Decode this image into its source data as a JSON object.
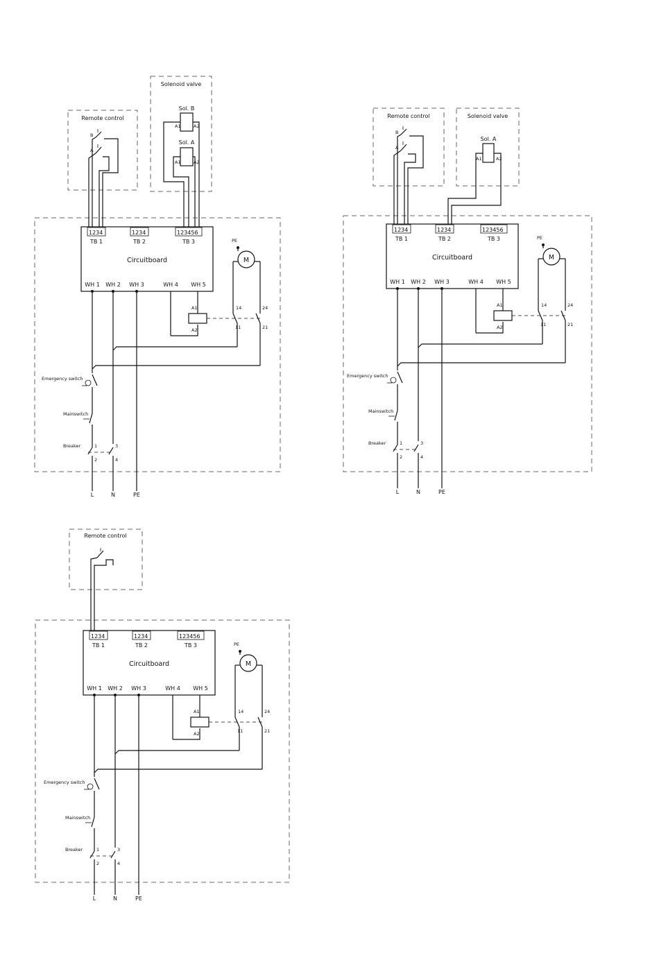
{
  "labels": {
    "remote_control": "Remote control",
    "solenoid_valve": "Solenoid valve",
    "sol_a": "Sol. A",
    "sol_b": "Sol. B",
    "circuitboard": "Circuitboard",
    "tb1": "TB 1",
    "tb2": "TB 2",
    "tb3": "TB 3",
    "wh1": "WH 1",
    "wh2": "WH 2",
    "wh3": "WH 3",
    "wh4": "WH 4",
    "wh5": "WH 5",
    "emergency_switch": "Emergency switch",
    "mainswitch": "Mainswitch",
    "breaker": "Breaker",
    "pe": "PE",
    "l": "L",
    "n": "N",
    "motor": "M",
    "a": "A",
    "b": "B",
    "a1": "A1",
    "a2": "A2",
    "t14": "14",
    "t11": "11",
    "t24": "24",
    "t21": "21",
    "b1": "1",
    "b2": "2",
    "b3": "3",
    "b4": "4",
    "tb_pins4": "1234",
    "tb_pins6": "123456"
  }
}
